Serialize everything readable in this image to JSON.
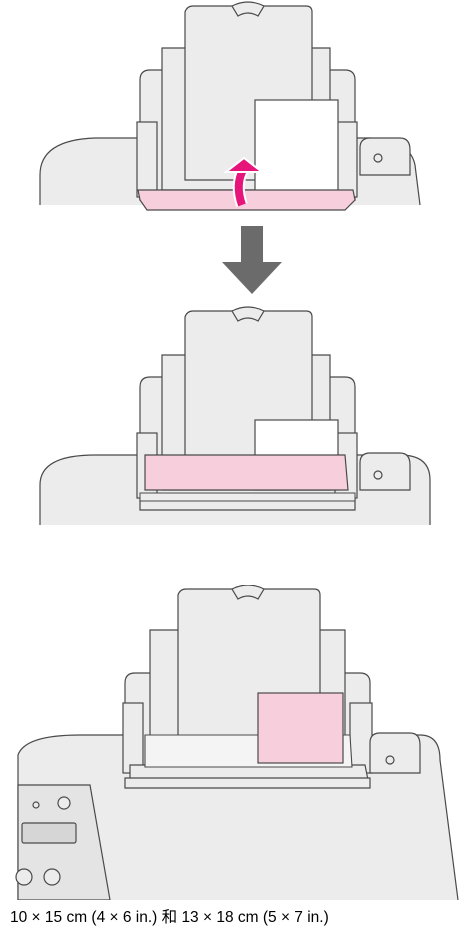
{
  "colors": {
    "printer_fill": "#ececec",
    "printer_stroke": "#4a4a4a",
    "paper": "#ffffff",
    "guide_pink": "#f7cfdc",
    "arrow_magenta": "#e6157a",
    "down_arrow": "#6b6b6b",
    "photo_paper_pink": "#f7cfdc"
  },
  "steps": [
    {
      "icon": "curved-up-arrow-icon",
      "action": "lift paper guide"
    },
    {
      "icon": "down-arrow-icon",
      "action": "transition"
    },
    {
      "icon": "paper-guide",
      "action": "guide lowered over paper"
    },
    {
      "icon": "photo-paper",
      "action": "loaded photo paper"
    }
  ],
  "caption": "10 × 15 cm (4 × 6 in.) 和 13 × 18 cm (5 × 7 in.)"
}
